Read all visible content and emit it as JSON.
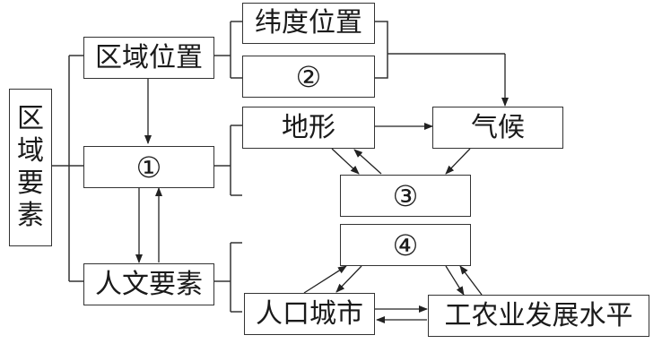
{
  "title": "区域要素",
  "nodes": {
    "root": "区域要素",
    "location": "区域位置",
    "latitude": "纬度位置",
    "blank2": "②",
    "blank1": "①",
    "human": "人文要素",
    "terrain": "地形",
    "climate": "气候",
    "blank3": "③",
    "blank4": "④",
    "population": "人口城市",
    "industry": "工农业发展水平"
  },
  "root_chars": [
    "区",
    "域",
    "要",
    "素"
  ]
}
